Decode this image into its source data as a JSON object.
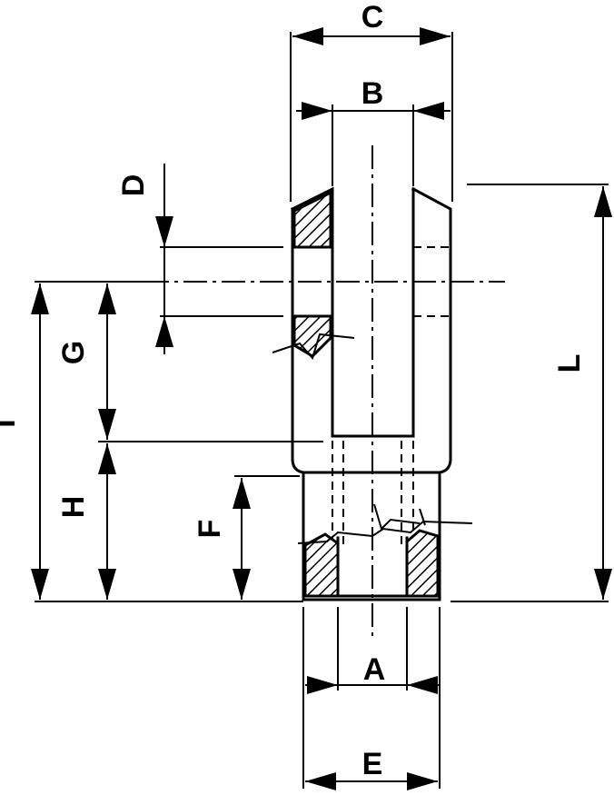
{
  "drawing": {
    "labels": {
      "A": "A",
      "B": "B",
      "C": "C",
      "D": "D",
      "E": "E",
      "F": "F",
      "G": "G",
      "H": "H",
      "I": "I",
      "L": "L"
    }
  }
}
